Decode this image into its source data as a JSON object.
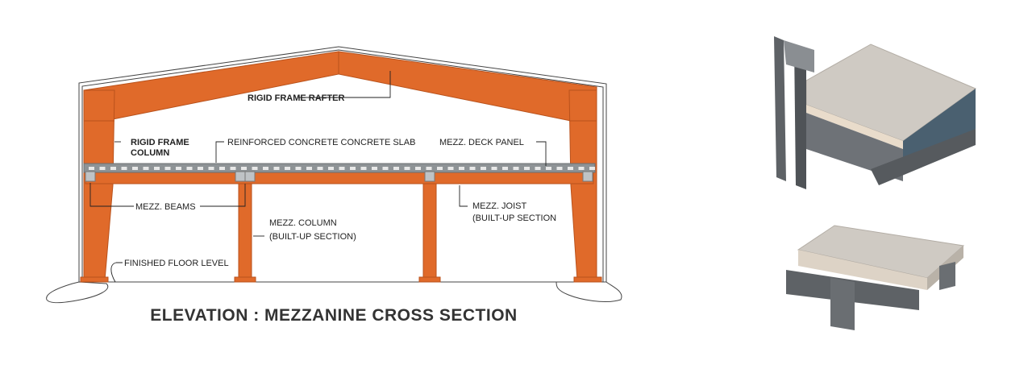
{
  "labels": {
    "rafter": "RIGID FRAME RAFTER",
    "column_line1": "RIGID FRAME",
    "column_line2": "COLUMN",
    "slab": "REINFORCED CONCRETE CONCRETE SLAB",
    "deck": "MEZZ.  DECK PANEL",
    "beams": "MEZZ.  BEAMS",
    "mezz_column_line1": "MEZZ.  COLUMN",
    "mezz_column_line2": "(BUILT-UP SECTION)",
    "joist_line1": "MEZZ.  JOIST",
    "joist_line2": "(BUILT-UP SECTION",
    "floor": "FINISHED FLOOR LEVEL"
  },
  "title": "ELEVATION : MEZZANINE CROSS SECTION",
  "colors": {
    "steel": "#E06A2A",
    "steel_dark": "#B9521C",
    "slab": "#8E9396",
    "concrete": "#CFCAC3",
    "metal": "#5E6266"
  }
}
